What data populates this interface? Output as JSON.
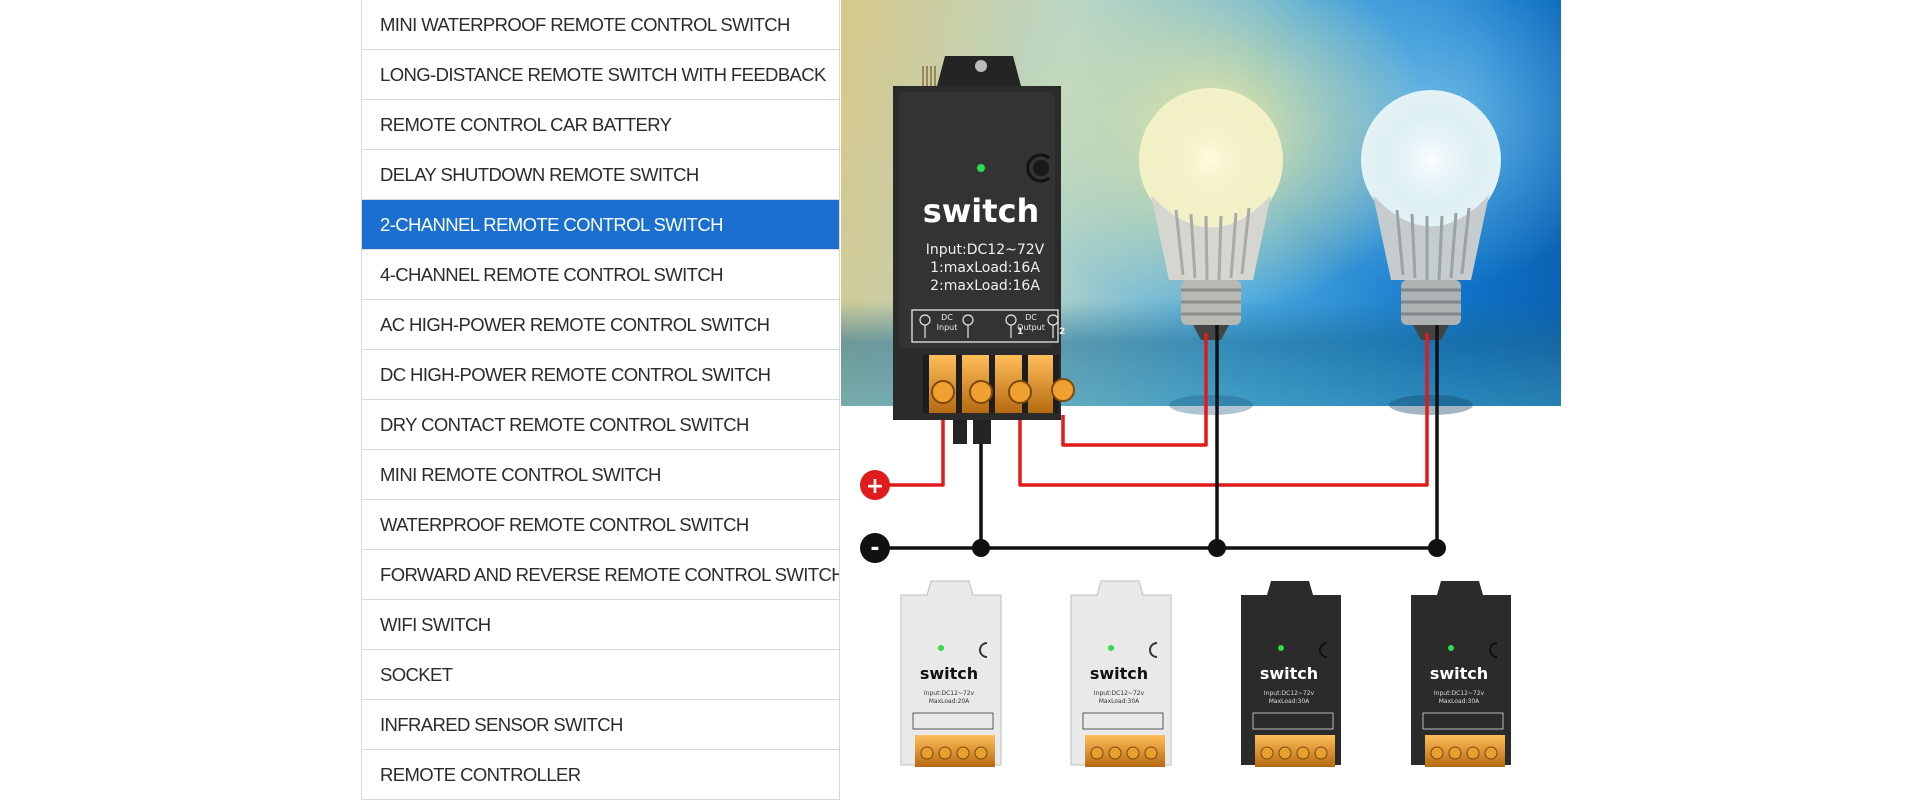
{
  "categories": [
    {
      "label": "MINI WATERPROOF REMOTE CONTROL SWITCH",
      "active": false
    },
    {
      "label": "LONG-DISTANCE REMOTE SWITCH WITH FEEDBACK",
      "active": false
    },
    {
      "label": "REMOTE CONTROL CAR BATTERY",
      "active": false
    },
    {
      "label": "DELAY SHUTDOWN REMOTE SWITCH",
      "active": false
    },
    {
      "label": "2-CHANNEL REMOTE CONTROL SWITCH",
      "active": true
    },
    {
      "label": "4-CHANNEL REMOTE CONTROL SWITCH",
      "active": false
    },
    {
      "label": "AC HIGH-POWER REMOTE CONTROL SWITCH",
      "active": false
    },
    {
      "label": "DC HIGH-POWER REMOTE CONTROL SWITCH",
      "active": false
    },
    {
      "label": "DRY CONTACT REMOTE CONTROL SWITCH",
      "active": false
    },
    {
      "label": "MINI REMOTE CONTROL SWITCH",
      "active": false
    },
    {
      "label": "WATERPROOF REMOTE CONTROL SWITCH",
      "active": false
    },
    {
      "label": "FORWARD AND REVERSE REMOTE CONTROL SWITCH",
      "active": false
    },
    {
      "label": "WIFI SWITCH",
      "active": false
    },
    {
      "label": "SOCKET",
      "active": false
    },
    {
      "label": "INFRARED SENSOR SWITCH",
      "active": false
    },
    {
      "label": "REMOTE CONTROLLER",
      "active": false
    }
  ],
  "colors": {
    "active_bg": "#1b6fcf",
    "wire_positive": "#e01b1b",
    "wire_negative": "#111111",
    "device_body": "#2a2a2a"
  },
  "product": {
    "main_label": "switch",
    "spec_input": "Input:DC12~72V",
    "spec_load1": "1:maxLoad:16A",
    "spec_load2": "2:maxLoad:16A",
    "terminal_input": "Input",
    "terminal_output": "Output",
    "terminal_dc_in": "DC",
    "terminal_dc_out": "DC",
    "terminal_ch1": "1",
    "terminal_ch2": "2",
    "positive_symbol": "+",
    "negative_symbol": "-"
  },
  "variants": [
    {
      "label": "switch",
      "spec1": "Input:DC12~72v",
      "spec2": "MaxLoad:20A",
      "body": "white"
    },
    {
      "label": "switch",
      "spec1": "Input:DC12~72v",
      "spec2": "MaxLoad:30A",
      "body": "white"
    },
    {
      "label": "switch",
      "spec1": "Input:DC12~72v",
      "spec2": "MaxLoad:30A",
      "body": "black"
    },
    {
      "label": "switch",
      "spec1": "Input:DC12~72v",
      "spec2": "MaxLoad:30A",
      "body": "black"
    }
  ]
}
